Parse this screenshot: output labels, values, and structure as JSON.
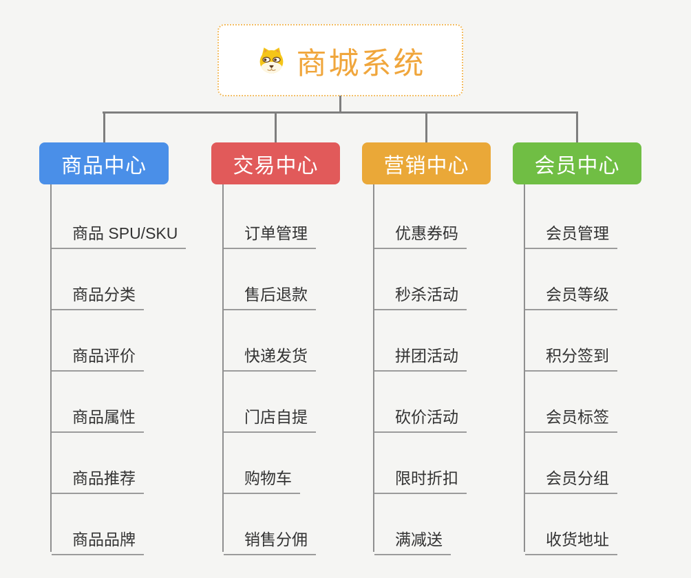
{
  "root": {
    "title": "商城系统",
    "icon": "dog-icon",
    "title_color": "#f0a63c",
    "border_color": "#f3bd62",
    "background": "#ffffff"
  },
  "colors": {
    "canvas_background": "#f5f5f3",
    "connector": "#7e7e7e",
    "leaf_underline": "#9b9b9b",
    "leaf_text": "#333333"
  },
  "branches": [
    {
      "label": "商品中心",
      "color": "#4a8fe8",
      "items": [
        "商品 SPU/SKU",
        "商品分类",
        "商品评价",
        "商品属性",
        "商品推荐",
        "商品品牌"
      ]
    },
    {
      "label": "交易中心",
      "color": "#e15a5a",
      "items": [
        "订单管理",
        "售后退款",
        "快递发货",
        "门店自提",
        "购物车",
        "销售分佣"
      ]
    },
    {
      "label": "营销中心",
      "color": "#eaa838",
      "items": [
        "优惠券码",
        "秒杀活动",
        "拼团活动",
        "砍价活动",
        "限时折扣",
        "满减送"
      ]
    },
    {
      "label": "会员中心",
      "color": "#70be44",
      "items": [
        "会员管理",
        "会员等级",
        "积分签到",
        "会员标签",
        "会员分组",
        "收货地址"
      ]
    }
  ]
}
